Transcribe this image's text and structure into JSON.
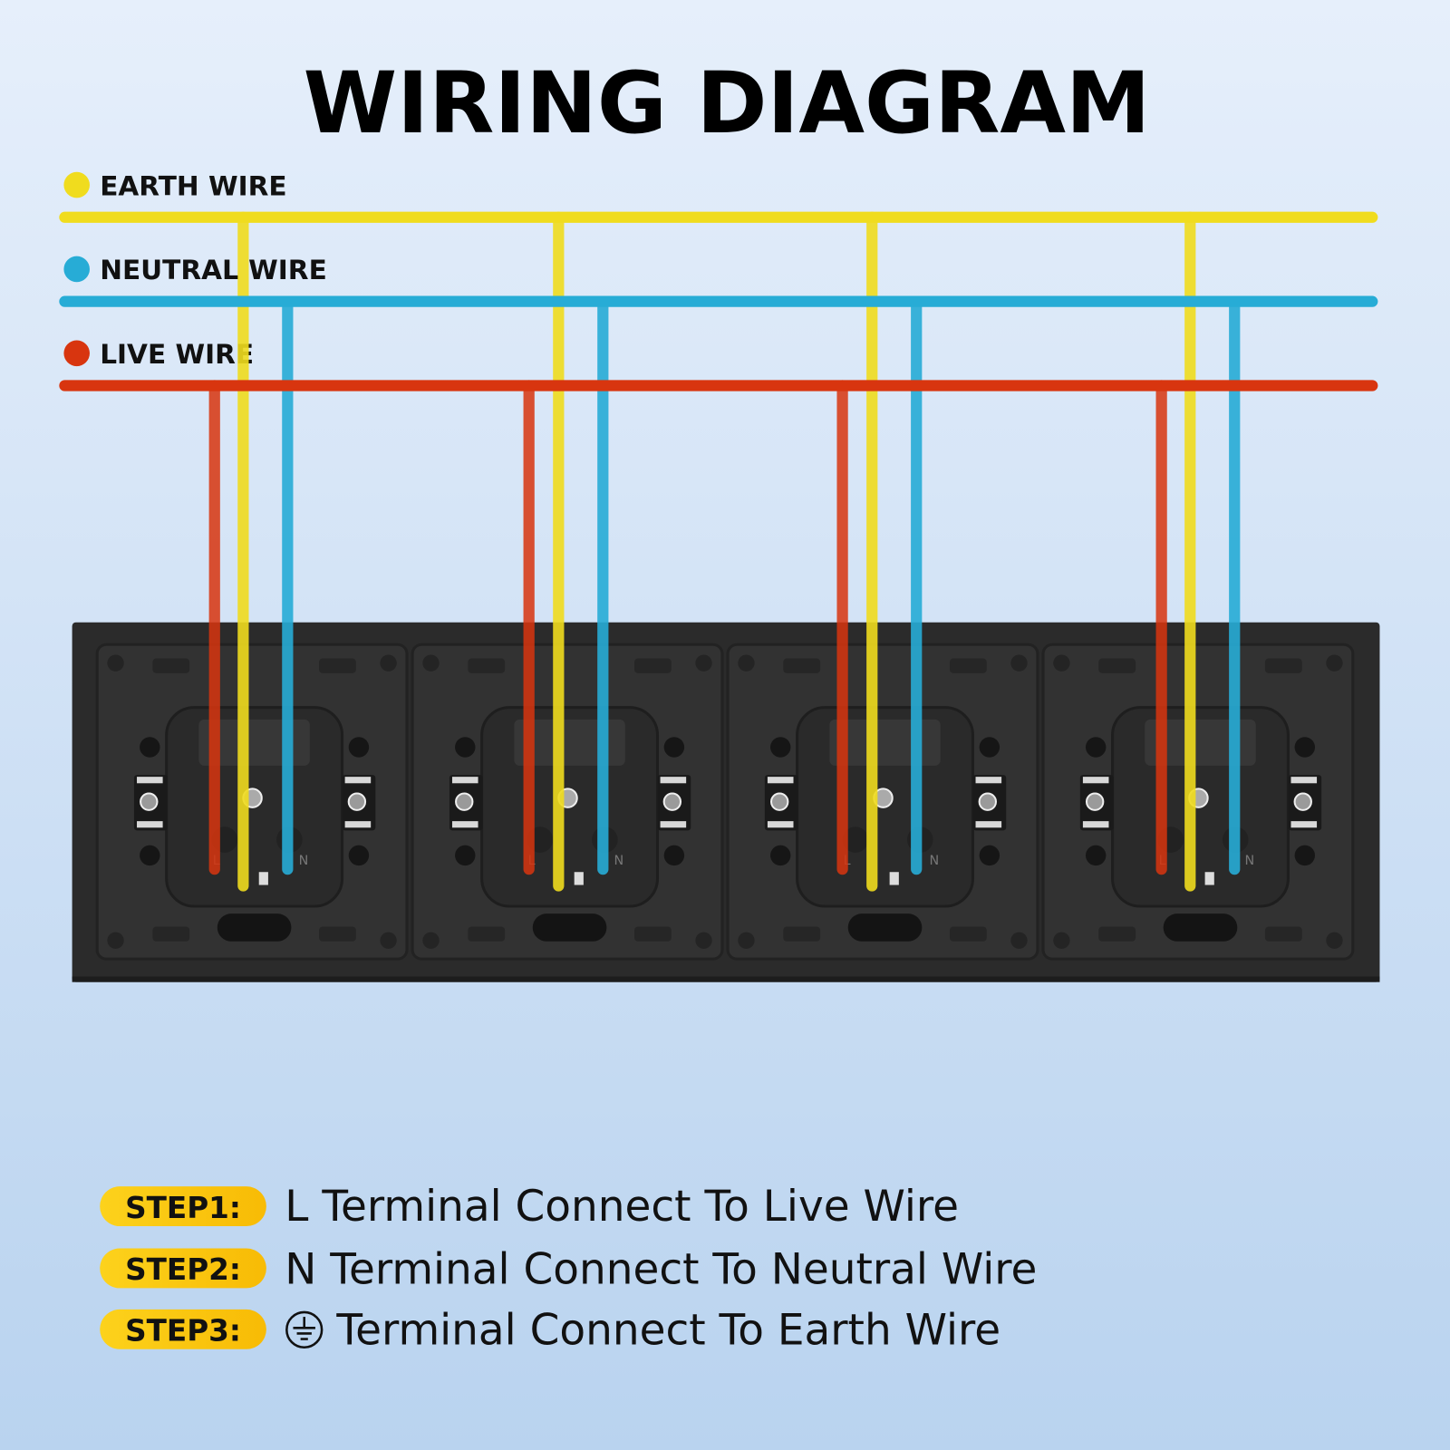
{
  "title": "WIRING DIAGRAM",
  "legend": [
    {
      "label": "EARTH WIRE",
      "color": "#f0dc1e"
    },
    {
      "label": "NEUTRAL WIRE",
      "color": "#27acd6"
    },
    {
      "label": "LIVE WIRE",
      "color": "#d8350f"
    }
  ],
  "sockets": [
    {
      "live_label": "L",
      "neutral_label": "N"
    },
    {
      "live_label": "L",
      "neutral_label": "N"
    },
    {
      "live_label": "L",
      "neutral_label": "N"
    },
    {
      "live_label": "L",
      "neutral_label": "N"
    }
  ],
  "steps": [
    {
      "badge": "STEP1:",
      "text": "L Terminal Connect To Live Wire"
    },
    {
      "badge": "STEP2:",
      "text": "N Terminal Connect To Neutral Wire"
    },
    {
      "badge": "STEP3:",
      "text": "Terminal Connect To Earth Wire",
      "icon": "earth-ground-icon"
    }
  ],
  "colors": {
    "badge": "#fbc10a",
    "panel": "#2b2b2b",
    "background_top": "#e6effb",
    "background_bottom": "#b9d3ef"
  }
}
